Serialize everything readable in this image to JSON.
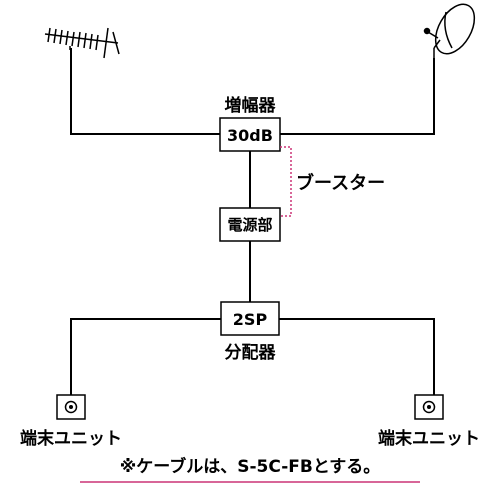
{
  "amplifier": {
    "title": "増幅器",
    "gain": "30dB"
  },
  "power_unit": {
    "label": "電源部"
  },
  "booster_label": "ブースター",
  "splitter": {
    "box": "2SP",
    "title": "分配器"
  },
  "terminals": {
    "left": "端末ユニット",
    "right": "端末ユニット"
  },
  "note": "※ケーブルは、S-5C-FBとする。",
  "colors": {
    "line": "#000000",
    "bracket": "#cc3377",
    "underline": "#cc3377"
  },
  "icons": {
    "antenna": "yagi-antenna-icon",
    "dish": "bs-dish-icon",
    "outlet": "wall-outlet-icon"
  }
}
